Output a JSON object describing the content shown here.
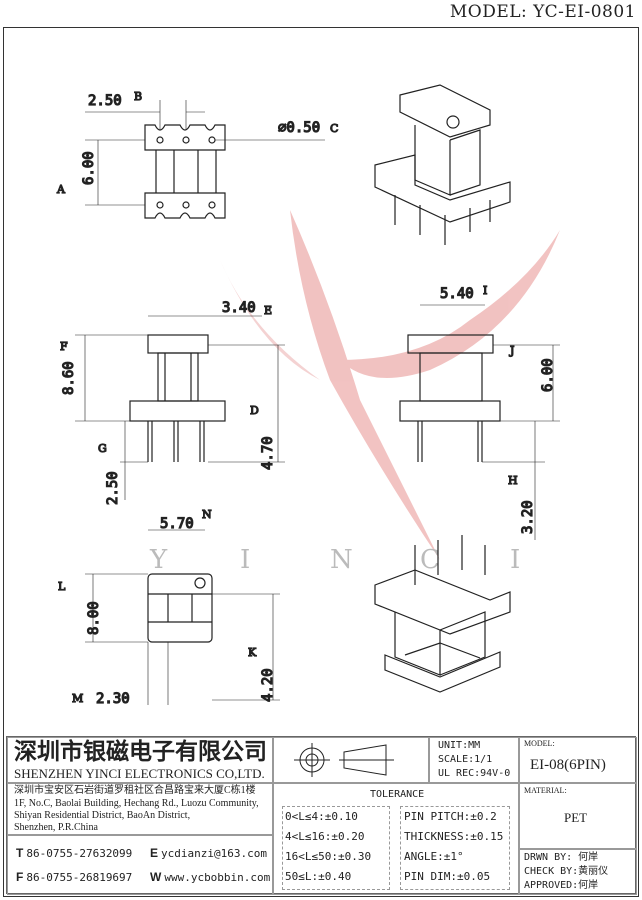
{
  "header": {
    "model": "MODEL: YC-EI-0801"
  },
  "watermark": {
    "letters": [
      "Y",
      "I",
      "N",
      "C",
      "I"
    ],
    "color": "#d9534f"
  },
  "dimensions": {
    "top_view": {
      "pitch": "2.50",
      "pitch_tag": "B",
      "span": "6.00",
      "span_tag": "A",
      "pin_dia": "⌀0.50",
      "pin_dia_tag": "C"
    },
    "front_view": {
      "width": "3.40",
      "width_tag": "E",
      "height": "8.60",
      "height_tag": "F",
      "body": "4.70",
      "body_tag": "D",
      "pin": "2.50",
      "pin_tag": "G"
    },
    "side_view": {
      "width": "5.40",
      "width_tag": "I",
      "height": "6.00",
      "height_tag": "J",
      "pin": "3.20",
      "pin_tag": "H"
    },
    "bottom_view": {
      "width": "5.70",
      "width_tag": "N",
      "height": "8.00",
      "height_tag": "L",
      "inner": "4.20",
      "inner_tag": "K",
      "window": "2.30",
      "window_tag": "M"
    }
  },
  "title_block": {
    "company_cn": "深圳市银磁电子有限公司",
    "company_en": "SHENZHEN YINCI ELECTRONICS CO,LTD.",
    "address": [
      "深圳市宝安区石岩街道罗租社区合昌路宝来大厦C栋1楼",
      "1F, No.C, Baolai Building, Hechang Rd., Luozu Community,",
      "Shiyan Residential District, BaoAn District,",
      "Shenzhen, P.R.China"
    ],
    "tel_label": "T",
    "tel": "86-0755-27632099",
    "fax_label": "F",
    "fax": "86-0755-26819697",
    "email_label": "E",
    "email": "ycdianzi@163.com",
    "web_label": "W",
    "web": "www.ycbobbin.com",
    "unit": "UNIT:MM",
    "scale": "SCALE:1/1",
    "ul": "UL REC:94V-0",
    "model_label": "MODEL:",
    "model": "EI-08(6PIN)",
    "tolerance_label": "TOLERANCE",
    "tolerances": [
      "0<L≤4:±0.10",
      "4<L≤16:±0.20",
      "16<L≤50:±0.30",
      "50≤L:±0.40"
    ],
    "specs": [
      "PIN PITCH:±0.2",
      "THICKNESS:±0.15",
      "ANGLE:±1°",
      "PIN DIM:±0.05"
    ],
    "material_label": "MATERIAL:",
    "material": "PET",
    "drawn": "DRWN BY: 何岸",
    "check": "CHECK BY:黄丽仪",
    "approved": "APPROVED:何岸"
  }
}
